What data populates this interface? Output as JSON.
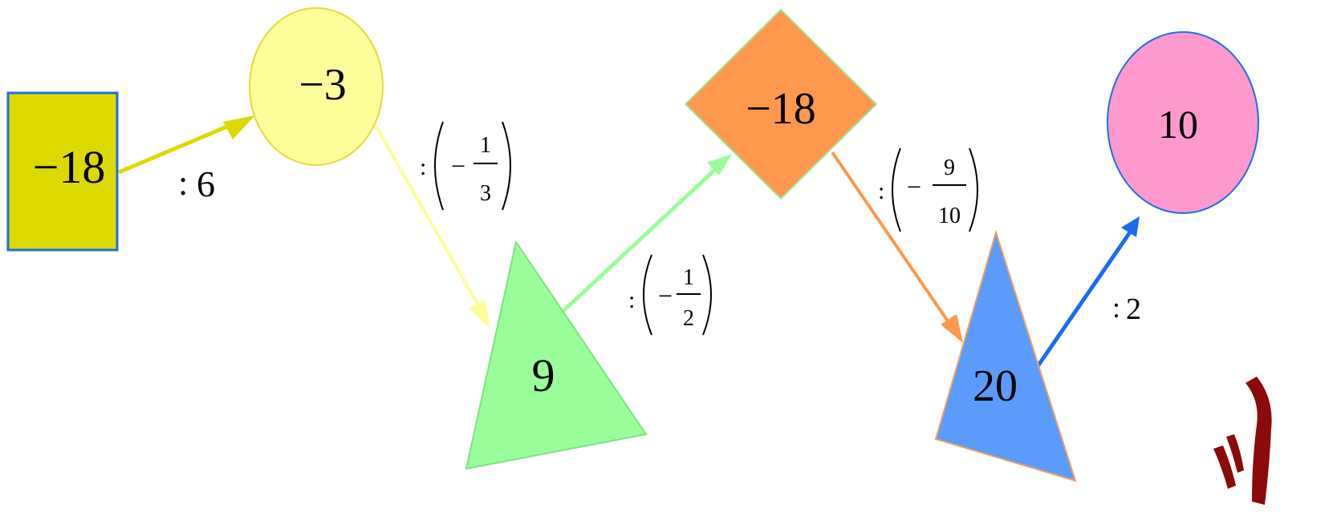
{
  "nodes": {
    "start": {
      "value": "−18",
      "fill": "#dcd900",
      "stroke": "#1f6fe0"
    },
    "circle1": {
      "value": "−3",
      "fill": "#fdfd99",
      "stroke": "#e2dc3a"
    },
    "triangle1": {
      "value": "9",
      "fill": "#99fd99",
      "stroke": "#80e080"
    },
    "diamond": {
      "value": "−18",
      "fill": "#fd984c",
      "stroke": "#a6e59b"
    },
    "triangle2": {
      "value": "20",
      "fill": "#5a9bfb",
      "stroke": "#f0a060"
    },
    "circle2": {
      "value": "10",
      "fill": "#fd99cc",
      "stroke": "#1f6fe0"
    }
  },
  "operations": {
    "op1": {
      "prefix": ":",
      "value": "6"
    },
    "op2": {
      "prefix": ":",
      "sign": "−",
      "numerator": "1",
      "denominator": "3"
    },
    "op3": {
      "prefix": ":",
      "sign": "−",
      "numerator": "1",
      "denominator": "2"
    },
    "op4": {
      "prefix": ":",
      "sign": "−",
      "numerator": "9",
      "denominator": "10"
    },
    "op5": {
      "prefix": ":",
      "value": "2"
    }
  },
  "arrows": {
    "a1": {
      "color": "#dcd900"
    },
    "a2": {
      "color": "#fdfd99"
    },
    "a3": {
      "color": "#99fd99"
    },
    "a4": {
      "color": "#fd984c"
    },
    "a5": {
      "color": "#1a6cf0"
    }
  },
  "decoration": {
    "color": "#8b0a0a"
  }
}
